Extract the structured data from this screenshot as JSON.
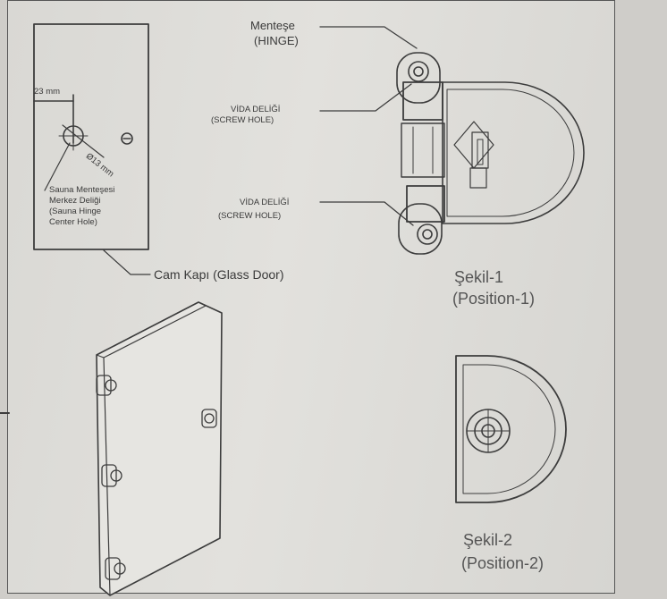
{
  "colors": {
    "paper": "#dedcd8",
    "ink": "#3a3a3a",
    "background": "#cfcdc9"
  },
  "door_diagram": {
    "width_label": "23 mm",
    "diameter_label": "Ø13 mm",
    "hole_note": [
      "Sauna Menteşesi",
      "Merkez Deliği",
      "(Sauna Hinge",
      "Center Hole)"
    ],
    "glass_door_label": "Cam Kapı (Glass Door)"
  },
  "hinge_diagram": {
    "hinge_label": [
      "Menteşe",
      "(HINGE)"
    ],
    "screw_hole_top": [
      "VİDA DELİĞİ",
      "(SCREW HOLE)"
    ],
    "screw_hole_bottom": [
      "VİDA DELİĞİ",
      "(SCREW HOLE)"
    ],
    "figure_1": [
      "Şekil-1",
      "(Position-1)"
    ],
    "figure_2": [
      "Şekil-2",
      "(Position-2)"
    ]
  }
}
